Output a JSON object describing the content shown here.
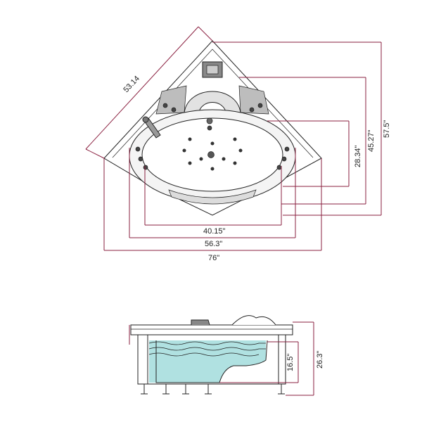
{
  "top_view": {
    "dimensions": {
      "diagonal_edge": "53.14",
      "inner_width": "40.15\"",
      "mid_width": "56.3\"",
      "overall_width": "76\"",
      "inner_height": "28.34\"",
      "mid_height": "45.27\"",
      "overall_height": "57.5\""
    }
  },
  "side_view": {
    "dimensions": {
      "water_depth": "16.5\"",
      "overall_height": "26.3\""
    }
  },
  "colors": {
    "line": "#222222",
    "dimension_line": "#8a1f3f",
    "water": "#6fc9c9"
  }
}
